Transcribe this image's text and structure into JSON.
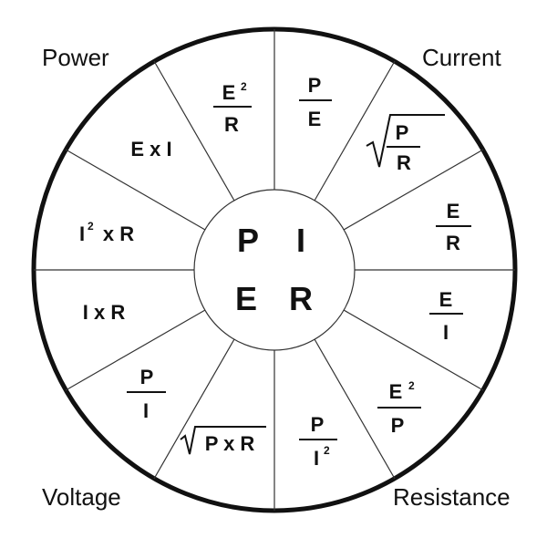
{
  "corners": {
    "power": "Power",
    "current": "Current",
    "voltage": "Voltage",
    "resistance": "Resistance"
  },
  "center": {
    "p": "P",
    "i": "I",
    "e": "E",
    "r": "R"
  },
  "formulas": {
    "power": {
      "e_squared_over_r": {
        "num": "E",
        "exp": "2",
        "den": "R"
      },
      "e_times_i": "E x I",
      "i_squared_times_r": {
        "base": "I",
        "exp": "2",
        "rest": "x R"
      }
    },
    "current": {
      "p_over_e": {
        "num": "P",
        "den": "E"
      },
      "sqrt_p_over_r": {
        "num": "P",
        "den": "R"
      },
      "e_over_r": {
        "num": "E",
        "den": "R"
      }
    },
    "resistance": {
      "e_over_i": {
        "num": "E",
        "den": "I"
      },
      "e_squared_over_p": {
        "num": "E",
        "exp": "2",
        "den": "P"
      },
      "p_over_i_squared": {
        "num": "P",
        "den": "I",
        "exp": "2"
      }
    },
    "voltage": {
      "sqrt_p_times_r": "P x R",
      "p_over_i": {
        "num": "P",
        "den": "I"
      },
      "i_times_r": "I x R"
    }
  }
}
